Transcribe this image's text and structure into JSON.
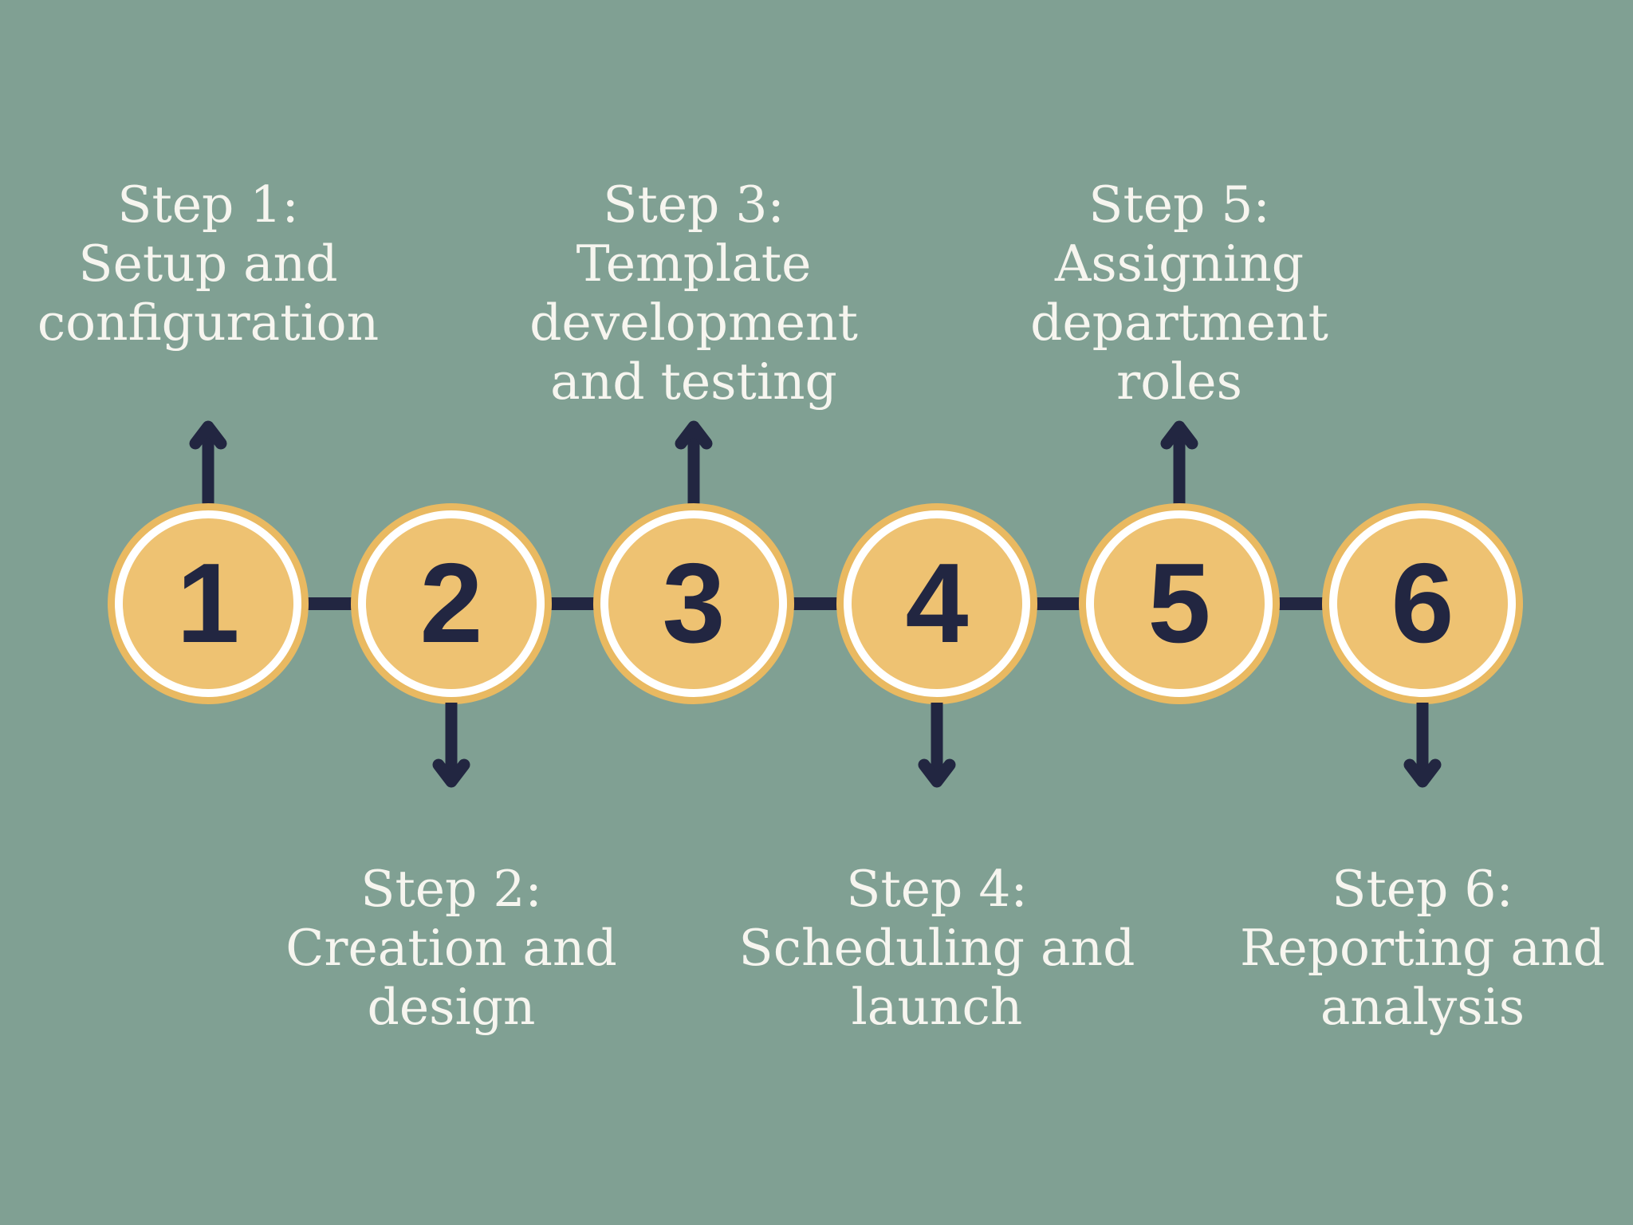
{
  "palette": {
    "sage": "#80A093",
    "orange_fill": "#EEC272",
    "orange_rim": "#E9B961",
    "ring_white": "#FFFFFF",
    "navy": "#222641",
    "label_text": "#F6F5EF"
  },
  "steps": [
    {
      "number": "1",
      "label": "Step 1:\nSetup and\nconfiguration",
      "label_position": "above"
    },
    {
      "number": "2",
      "label": "Step 2:\nCreation and\ndesign",
      "label_position": "below"
    },
    {
      "number": "3",
      "label": "Step 3:\nTemplate\ndevelopment\nand testing",
      "label_position": "above"
    },
    {
      "number": "4",
      "label": "Step 4:\nScheduling and\nlaunch",
      "label_position": "below"
    },
    {
      "number": "5",
      "label": "Step 5:\nAssigning\ndepartment\nroles",
      "label_position": "above"
    },
    {
      "number": "6",
      "label": "Step 6:\nReporting and\nanalysis",
      "label_position": "below"
    }
  ]
}
